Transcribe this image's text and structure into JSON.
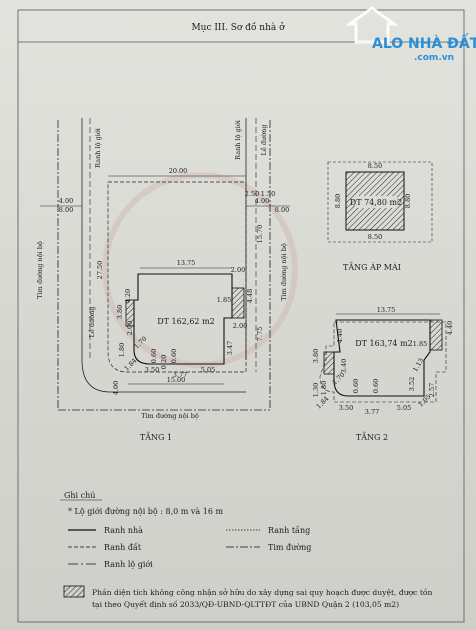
{
  "header": {
    "title": "Mục III. Sơ đồ nhà ở"
  },
  "watermark": {
    "brand": "ALO NHÀ ĐẤT",
    "domain": ".com.vn",
    "color": "#2a8fd8"
  },
  "floor1": {
    "title": "TẦNG 1",
    "area": "DT 162,62 m2",
    "roads": {
      "left": "Tim đường nội bộ",
      "right": "Tim đường nội bộ",
      "bottom": "Tim đường nội bộ",
      "left_edge": "Lề đường",
      "right_edge": "Lề đường",
      "boundary_left": "Ranh lộ giới",
      "boundary_right": "Ranh lộ giới"
    },
    "dims": {
      "top_width": "20.00",
      "left_4": "4.00",
      "left_8": "8.00",
      "right_150": "1.50",
      "right_250": "2.50",
      "right_4": "4.00",
      "right_8": "8.00",
      "inner_top": "13.75",
      "inner_top_right": "2.00",
      "left_height": "27.50",
      "right_height": "15.70",
      "right_775": "7.75",
      "left_small_a": "3.80",
      "left_small_b": "4.20",
      "left_small_c": "2.00",
      "left_170": "1.70",
      "left_180": "1.80",
      "left_184": "1.84",
      "mid_350": "3.50",
      "mid_377": "3.77",
      "mid_505": "5.05",
      "mid_060a": "0.60",
      "mid_060b": "0.60",
      "mid_020": "0.20",
      "bottom_1500": "15.00",
      "bottom_400": "4.00",
      "right_185": "1.85",
      "right_200": "2.00",
      "right_347": "3.47",
      "right_448": "4.48"
    }
  },
  "floor2": {
    "title": "TẦNG 2",
    "area": "DT 163,74 m2",
    "dims": {
      "top": "13.75",
      "right_440": "4.40",
      "left_440": "4.40",
      "left_340": "3.40",
      "right_185": "1.85",
      "left_380": "3.80",
      "left_170": "1.70",
      "left_130": "1.30",
      "left_184": "1.84",
      "left_180": "1.80",
      "mid_060a": "0.60",
      "mid_060b": "0.60",
      "mid_350": "3.50",
      "mid_377": "3.77",
      "mid_505": "5.05",
      "right_113": "1.13",
      "right_352": "3.52",
      "right_257": "2.57",
      "right_105": "1.05"
    }
  },
  "roof": {
    "title": "TẦNG ÁP MÁI",
    "area": "DT 74,80 m2",
    "dims": {
      "top": "8.50",
      "bottom": "8.50",
      "left": "8.80",
      "right": "8.80"
    }
  },
  "notes": {
    "heading": "Ghi chú",
    "road_note": "* Lộ giới đường nội bộ : 8,0 m và 16 m",
    "legend": [
      {
        "label": "Ranh nhà"
      },
      {
        "label": "Ranh tầng"
      },
      {
        "label": "Ranh đất"
      },
      {
        "label": "Tim đường"
      },
      {
        "label": "Ranh lộ giới"
      }
    ],
    "hatch_note_line1": "Phần diện tích không công nhận sở hữu do xây dựng sai quy hoạch được duyệt, được tồn",
    "hatch_note_line2": "tại theo Quyết định số 2033/QĐ-UBND-QLTTĐT của UBND Quận 2 (103,05 m2)"
  }
}
